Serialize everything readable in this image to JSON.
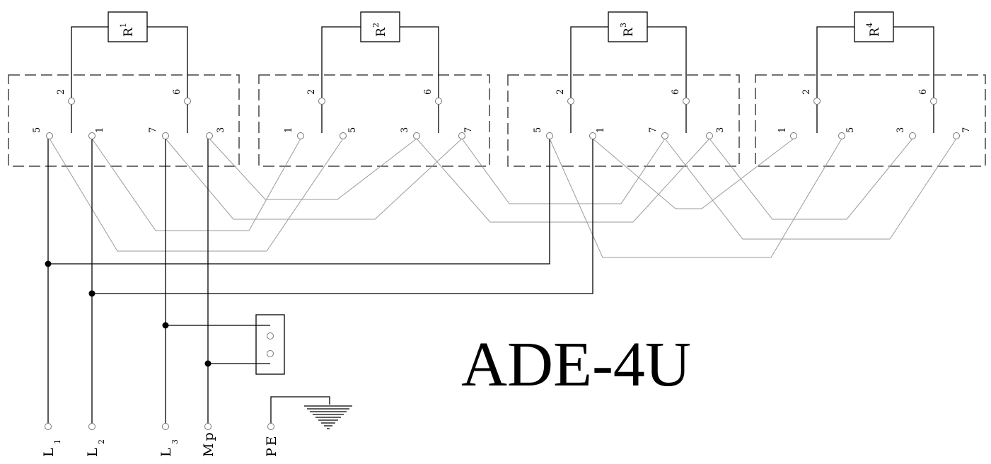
{
  "model": "ADE-4U",
  "resistors": [
    {
      "letter": "R",
      "index": "1"
    },
    {
      "letter": "R",
      "index": "2"
    },
    {
      "letter": "R",
      "index": "3"
    },
    {
      "letter": "R",
      "index": "4"
    }
  ],
  "modules": [
    {
      "top_pins": [
        "2",
        "6"
      ],
      "bottom_pins": [
        "5",
        "1",
        "7",
        "3"
      ]
    },
    {
      "top_pins": [
        "2",
        "6"
      ],
      "bottom_pins": [
        "1",
        "5",
        "3",
        "7"
      ]
    },
    {
      "top_pins": [
        "2",
        "6"
      ],
      "bottom_pins": [
        "5",
        "1",
        "7",
        "3"
      ]
    },
    {
      "top_pins": [
        "2",
        "6"
      ],
      "bottom_pins": [
        "1",
        "5",
        "3",
        "7"
      ]
    }
  ],
  "terminals": [
    {
      "main": "L",
      "sub": "1"
    },
    {
      "main": "L",
      "sub": "2"
    },
    {
      "main": "L",
      "sub": "3"
    },
    {
      "main": "Mp",
      "sub": ""
    },
    {
      "main": "PE",
      "sub": ""
    }
  ]
}
